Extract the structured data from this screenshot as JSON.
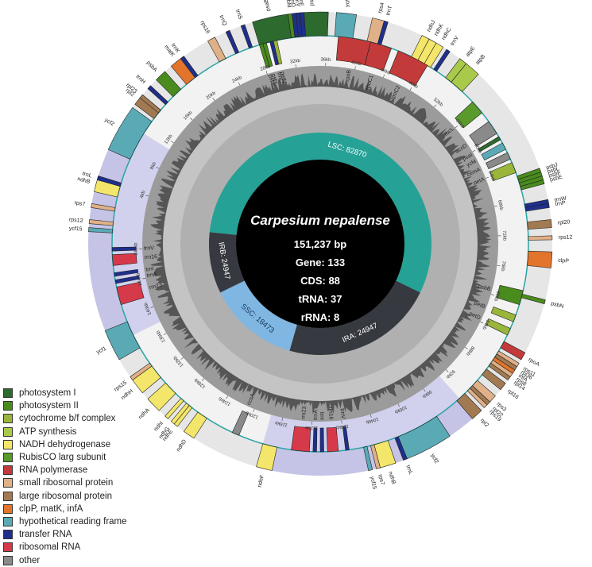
{
  "header": {
    "species": "Carpesium nepalense",
    "length": "151,237 bp",
    "gene": "Gene: 133",
    "cds": "CDS: 88",
    "trna": "tRNA: 37",
    "rrna": "rRNA: 8"
  },
  "regions": [
    {
      "label": "LSC: 82870",
      "color": "#26a196"
    },
    {
      "label": "IRA: 24947",
      "color": "#36393f"
    },
    {
      "label": "SSC: 18473",
      "color": "#7fb6e2"
    },
    {
      "label": "IRB: 24947",
      "color": "#36393f"
    }
  ],
  "ticks": [
    "4kb",
    "8kb",
    "12kb",
    "16kb",
    "20kb",
    "24kb",
    "28kb",
    "32kb",
    "36kb",
    "40kb",
    "44kb",
    "48kb",
    "52kb",
    "56kb",
    "60kb",
    "64kb",
    "68kb",
    "72kb",
    "76kb",
    "80kb",
    "84kb",
    "88kb",
    "92kb",
    "96kb",
    "100kb",
    "104kb",
    "108kb",
    "112kb",
    "116kb",
    "120kb",
    "124kb",
    "128kb",
    "132kb",
    "136kb",
    "140kb",
    "144kb",
    "148kb"
  ],
  "legend": [
    {
      "label": "photosystem I",
      "color": "#2d6a2e"
    },
    {
      "label": "photosystem II",
      "color": "#4a8b1e"
    },
    {
      "label": "cytochrome b/f complex",
      "color": "#9ab63a"
    },
    {
      "label": "ATP synthesis",
      "color": "#a9c94a"
    },
    {
      "label": "NADH dehydrogenase",
      "color": "#f3e66a"
    },
    {
      "label": "RubisCO larg subunit",
      "color": "#5a9a2a"
    },
    {
      "label": "RNA polymerase",
      "color": "#c23a3a"
    },
    {
      "label": "small ribosomal protein",
      "color": "#e0b088"
    },
    {
      "label": "large ribosomal protein",
      "color": "#a27a52"
    },
    {
      "label": "clpP, matK, infA",
      "color": "#e2752b"
    },
    {
      "label": "hypothetical reading frame",
      "color": "#5aaab6"
    },
    {
      "label": "transfer RNA",
      "color": "#1f2f8c"
    },
    {
      "label": "ribosomal RNA",
      "color": "#d63a4a"
    },
    {
      "label": "other",
      "color": "#8a8a8a"
    }
  ],
  "genes": [
    {
      "name": "psaB",
      "cat": 0,
      "a": -17,
      "w": 9,
      "out": true
    },
    {
      "name": "psaA",
      "cat": 0,
      "a": -6,
      "w": 8,
      "out": true
    },
    {
      "name": "ycf3",
      "cat": 10,
      "a": 4,
      "w": 5,
      "out": true
    },
    {
      "name": "rps4",
      "cat": 7,
      "a": 13,
      "w": 3,
      "out": true
    },
    {
      "name": "trnT",
      "cat": 11,
      "a": 16,
      "w": 1,
      "out": true
    },
    {
      "name": "ndhJ",
      "cat": 4,
      "a": 26,
      "w": 2,
      "out": true
    },
    {
      "name": "ndhK",
      "cat": 4,
      "a": 28,
      "w": 2,
      "out": true
    },
    {
      "name": "ndhC",
      "cat": 4,
      "a": 30,
      "w": 2,
      "out": true
    },
    {
      "name": "trnV",
      "cat": 11,
      "a": 33,
      "w": 1,
      "out": true
    },
    {
      "name": "atpE",
      "cat": 3,
      "a": 37,
      "w": 2,
      "out": true
    },
    {
      "name": "atpB",
      "cat": 3,
      "a": 39,
      "w": 4,
      "out": true
    },
    {
      "name": "rbcL",
      "cat": 5,
      "a": 47,
      "w": 4,
      "out": false
    },
    {
      "name": "accD",
      "cat": 13,
      "a": 54,
      "w": 4,
      "out": false
    },
    {
      "name": "psaI",
      "cat": 0,
      "a": 59,
      "w": 1,
      "out": false
    },
    {
      "name": "ycf4",
      "cat": 10,
      "a": 61,
      "w": 2,
      "out": false
    },
    {
      "name": "cemA",
      "cat": 13,
      "a": 64,
      "w": 2,
      "out": false
    },
    {
      "name": "petA",
      "cat": 2,
      "a": 67,
      "w": 3,
      "out": false
    },
    {
      "name": "psbJ",
      "cat": 1,
      "a": 71,
      "w": 1,
      "out": true
    },
    {
      "name": "psbL",
      "cat": 1,
      "a": 72,
      "w": 1,
      "out": true
    },
    {
      "name": "psbF",
      "cat": 1,
      "a": 73,
      "w": 1,
      "out": true
    },
    {
      "name": "psbE",
      "cat": 1,
      "a": 74,
      "w": 1,
      "out": true
    },
    {
      "name": "trnW",
      "cat": 11,
      "a": 79,
      "w": 1,
      "out": true
    },
    {
      "name": "trnP",
      "cat": 11,
      "a": 80,
      "w": 1,
      "out": true
    },
    {
      "name": "rpl20",
      "cat": 8,
      "a": 84,
      "w": 2,
      "out": true
    },
    {
      "name": "rps12",
      "cat": 7,
      "a": 88,
      "w": 1,
      "out": true
    },
    {
      "name": "clpP",
      "cat": 9,
      "a": 92,
      "w": 4,
      "out": true
    },
    {
      "name": "psbB",
      "cat": 1,
      "a": 103,
      "w": 4,
      "out": false
    },
    {
      "name": "psbN",
      "cat": 1,
      "a": 104,
      "w": 1,
      "out": true
    },
    {
      "name": "petB",
      "cat": 2,
      "a": 110,
      "w": 2,
      "out": false
    },
    {
      "name": "petD",
      "cat": 2,
      "a": 114,
      "w": 2,
      "out": false
    },
    {
      "name": "rpoA",
      "cat": 6,
      "a": 118,
      "w": 2,
      "out": true
    },
    {
      "name": "rps11",
      "cat": 7,
      "a": 121,
      "w": 1,
      "out": true
    },
    {
      "name": "rpl36",
      "cat": 8,
      "a": 122,
      "w": 1,
      "out": true
    },
    {
      "name": "infA",
      "cat": 9,
      "a": 123,
      "w": 1,
      "out": true
    },
    {
      "name": "rps8",
      "cat": 7,
      "a": 124,
      "w": 1,
      "out": true
    },
    {
      "name": "rpl14",
      "cat": 8,
      "a": 125,
      "w": 1,
      "out": true
    },
    {
      "name": "rpl16",
      "cat": 8,
      "a": 127,
      "w": 2,
      "out": true
    },
    {
      "name": "rps3",
      "cat": 7,
      "a": 131,
      "w": 2,
      "out": true
    },
    {
      "name": "rpl22",
      "cat": 8,
      "a": 133,
      "w": 1,
      "out": true
    },
    {
      "name": "rps19",
      "cat": 7,
      "a": 134,
      "w": 1,
      "out": true
    },
    {
      "name": "rpl2",
      "cat": 8,
      "a": 136,
      "w": 3,
      "out": true
    },
    {
      "name": "ycf2",
      "cat": 10,
      "a": 146,
      "w": 12,
      "out": true
    },
    {
      "name": "trnL",
      "cat": 11,
      "a": 158,
      "w": 1,
      "out": true
    },
    {
      "name": "ndhB",
      "cat": 4,
      "a": 161,
      "w": 4,
      "out": true
    },
    {
      "name": "rps7",
      "cat": 7,
      "a": 165,
      "w": 1,
      "out": true
    },
    {
      "name": "ycf15",
      "cat": 10,
      "a": 167,
      "w": 1,
      "out": true
    },
    {
      "name": "trnV",
      "cat": 11,
      "a": 172,
      "w": 1,
      "out": false
    },
    {
      "name": "rrn16",
      "cat": 12,
      "a": 175,
      "w": 3,
      "out": false
    },
    {
      "name": "trnI",
      "cat": 11,
      "a": 179,
      "w": 1,
      "out": false
    },
    {
      "name": "trnA",
      "cat": 11,
      "a": 181,
      "w": 1,
      "out": false
    },
    {
      "name": "rrn23",
      "cat": 12,
      "a": 183,
      "w": 5,
      "out": false
    },
    {
      "name": "ndhF",
      "cat": 4,
      "a": 192,
      "w": 4,
      "out": true
    },
    {
      "name": "ccsA",
      "cat": 13,
      "a": 203,
      "w": 2,
      "out": false
    },
    {
      "name": "ndhD",
      "cat": 4,
      "a": 213,
      "w": 3,
      "out": true
    },
    {
      "name": "ndhE",
      "cat": 4,
      "a": 218,
      "w": 1,
      "out": true
    },
    {
      "name": "ndhG",
      "cat": 4,
      "a": 219,
      "w": 1,
      "out": true
    },
    {
      "name": "ndhI",
      "cat": 4,
      "a": 221,
      "w": 1,
      "out": true
    },
    {
      "name": "ndhA",
      "cat": 4,
      "a": 224,
      "w": 4,
      "out": true
    },
    {
      "name": "ndhH",
      "cat": 4,
      "a": 230,
      "w": 4,
      "out": true
    },
    {
      "name": "rps15",
      "cat": 7,
      "a": 234,
      "w": 1,
      "out": true
    },
    {
      "name": "ycf1",
      "cat": 10,
      "a": 240,
      "w": 8,
      "out": true
    },
    {
      "name": "rrn23",
      "cat": 12,
      "a": 253,
      "w": 5,
      "out": false
    },
    {
      "name": "trnA",
      "cat": 11,
      "a": 259,
      "w": 1,
      "out": false
    },
    {
      "name": "trnI",
      "cat": 11,
      "a": 261,
      "w": 1,
      "out": false
    },
    {
      "name": "rrn16",
      "cat": 12,
      "a": 264,
      "w": 3,
      "out": false
    },
    {
      "name": "trnV",
      "cat": 11,
      "a": 268,
      "w": 1,
      "out": false
    },
    {
      "name": "ycf15",
      "cat": 10,
      "a": 273,
      "w": 1,
      "out": true
    },
    {
      "name": "rps12",
      "cat": 7,
      "a": 275,
      "w": 1,
      "out": true
    },
    {
      "name": "rps7",
      "cat": 7,
      "a": 279,
      "w": 1,
      "out": true
    },
    {
      "name": "ndhB",
      "cat": 4,
      "a": 283,
      "w": 4,
      "out": true
    },
    {
      "name": "trnL",
      "cat": 11,
      "a": 286,
      "w": 1,
      "out": true
    },
    {
      "name": "ycf2",
      "cat": 10,
      "a": 294,
      "w": 12,
      "out": true
    },
    {
      "name": "rpl2",
      "cat": 8,
      "a": 307,
      "w": 3,
      "out": true
    },
    {
      "name": "rpl23",
      "cat": 8,
      "a": 309,
      "w": 1,
      "out": true
    },
    {
      "name": "trnH",
      "cat": 11,
      "a": 312,
      "w": 1,
      "out": true
    },
    {
      "name": "psbA",
      "cat": 1,
      "a": 315,
      "w": 3,
      "out": true
    },
    {
      "name": "matK",
      "cat": 9,
      "a": 320,
      "w": 4,
      "out": true
    },
    {
      "name": "trnK",
      "cat": 11,
      "a": 323,
      "w": 1,
      "out": true
    },
    {
      "name": "rps16",
      "cat": 7,
      "a": 331,
      "w": 2,
      "out": true
    },
    {
      "name": "trnQ",
      "cat": 11,
      "a": 336,
      "w": 1,
      "out": true
    },
    {
      "name": "trnS",
      "cat": 11,
      "a": 340,
      "w": 1,
      "out": true
    },
    {
      "name": "psbK",
      "cat": 1,
      "a": 343,
      "w": 1,
      "out": false
    },
    {
      "name": "psbI",
      "cat": 1,
      "a": 344,
      "w": 1,
      "out": false
    },
    {
      "name": "trnC",
      "cat": 11,
      "a": 346,
      "w": 1,
      "out": false
    },
    {
      "name": "petN",
      "cat": 2,
      "a": 347,
      "w": 1,
      "out": false
    },
    {
      "name": "psbM",
      "cat": 1,
      "a": 352,
      "w": 1,
      "out": true
    },
    {
      "name": "trnD",
      "cat": 11,
      "a": 353,
      "w": 1,
      "out": true
    },
    {
      "name": "trnY",
      "cat": 11,
      "a": 354,
      "w": 1,
      "out": true
    },
    {
      "name": "trnE",
      "cat": 11,
      "a": 355,
      "w": 1,
      "out": true
    },
    {
      "name": "rpoB",
      "cat": 6,
      "a": 5,
      "w": 9,
      "out": false,
      "offset": 0
    },
    {
      "name": "rpoC1",
      "cat": 6,
      "a": 14,
      "w": 6,
      "out": false
    },
    {
      "name": "rpoC2",
      "cat": 6,
      "a": 22,
      "w": 9,
      "out": false
    }
  ]
}
